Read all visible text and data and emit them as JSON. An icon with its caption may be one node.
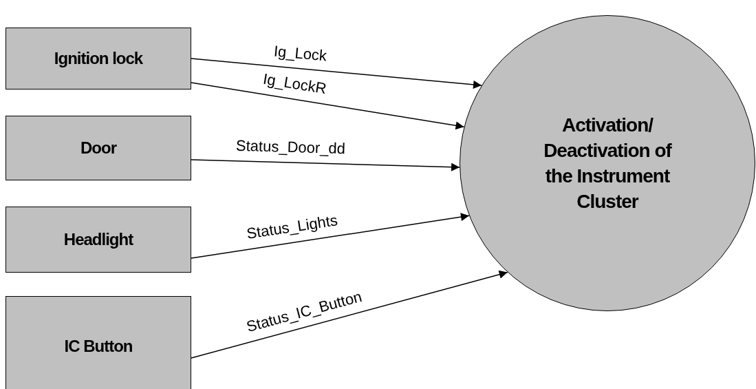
{
  "diagram": {
    "nodes": [
      {
        "text": [
          "Ignition lock"
        ]
      },
      {
        "text": [
          "Door"
        ]
      },
      {
        "text": [
          "Headlight"
        ]
      },
      {
        "text": [
          "IC Button"
        ]
      },
      {
        "text": [
          "Activation/ Deactivation of the Instrument Cluster"
        ]
      }
    ],
    "edges": [
      {
        "from": 0,
        "to": 4,
        "arrow": "to",
        "label": "Ig_Lock"
      },
      {
        "from": 0,
        "to": 4,
        "arrow": "to",
        "label": "Ig_LockR"
      },
      {
        "from": 1,
        "to": 4,
        "arrow": "to",
        "label": "Status_Door_dd"
      },
      {
        "from": 2,
        "to": 4,
        "arrow": "to",
        "label": "Status_Lights"
      },
      {
        "from": 3,
        "to": 4,
        "arrow": "to",
        "label": "Status_IC_Button"
      }
    ]
  }
}
